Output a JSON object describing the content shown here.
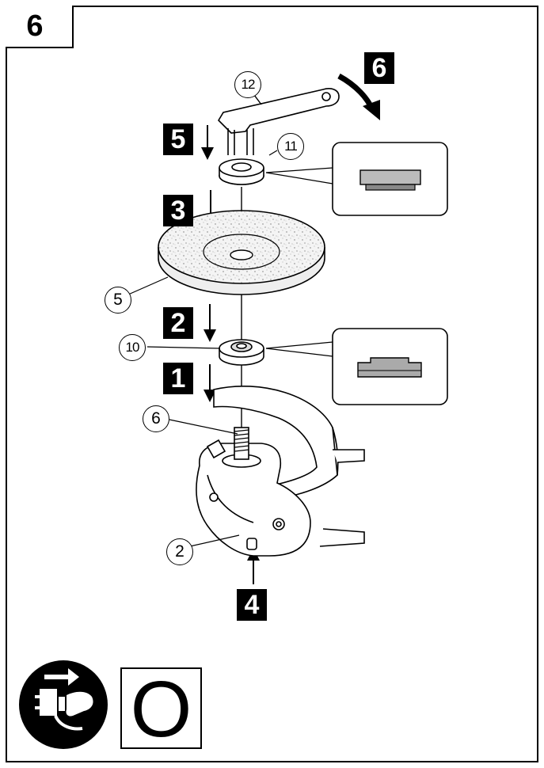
{
  "figure": {
    "number": "6",
    "switch_position_label": "O"
  },
  "steps": {
    "s1": "1",
    "s2": "2",
    "s3": "3",
    "s4": "4",
    "s5": "5",
    "s6": "6"
  },
  "parts": {
    "p2": "2",
    "p5": "5",
    "p6": "6",
    "p10": "10",
    "p11": "11",
    "p12": "12"
  },
  "icons": {
    "unplug": "unplug-power-icon"
  }
}
